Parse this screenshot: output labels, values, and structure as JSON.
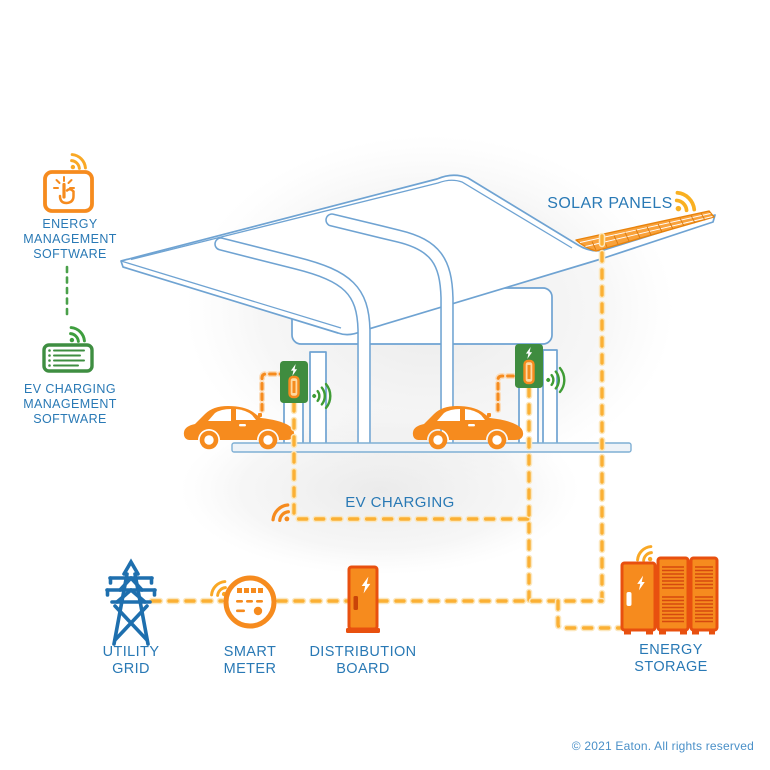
{
  "diagram": {
    "title_context": "EV charging infrastructure diagram",
    "labels": {
      "energy_mgmt": "ENERGY\nMANAGEMENT\nSOFTWARE",
      "ev_mgmt": "EV CHARGING\nMANAGEMENT\nSOFTWARE",
      "solar_panels": "SOLAR PANELS",
      "ev_charging": "EV CHARGING",
      "utility_grid": "UTILITY\nGRID",
      "smart_meter": "SMART\nMETER",
      "distribution_board": "DISTRIBUTION\nBOARD",
      "energy_storage": "ENERGY\nSTORAGE"
    },
    "footer": {
      "copyright": "© 2021 Eaton. All rights reserved"
    },
    "colors": {
      "text_blue": "#2979B5",
      "line_blue": "#6FA3D2",
      "tower_blue": "#1E6FAE",
      "orange": "#F68B1E",
      "orange_dark": "#E8500F",
      "dash_yellow": "#FBB034",
      "dash_halo": "#FBE7BE",
      "green": "#3F8C3F",
      "green_icon": "#3E8E41"
    },
    "icons": {
      "wifi_signal": "nested quarter-circle arcs + dot",
      "lightning_bolt": "bolt polygon",
      "touch_pointer": "tap hand with rays",
      "checklist_screen": "horizontal list lines",
      "transmission_tower": "lattice pylon",
      "smart_meter_dial": "circled meter display",
      "distribution_cabinet": "orange cabinet with bolt",
      "storage_cabinets": "three vented cabinets",
      "ev_car": "sedan silhouette",
      "solar_panel_array": "striped parallelogram on canopy"
    },
    "nodes": [
      "energy-management-software",
      "ev-charging-management-software",
      "solar-panels",
      "ev-charger-1",
      "ev-charger-2",
      "car-1",
      "car-2",
      "utility-grid",
      "smart-meter",
      "distribution-board",
      "energy-storage"
    ],
    "connections": [
      {
        "from": "energy-management-software",
        "to": "ev-charging-management-software",
        "style": "dashed-green"
      },
      {
        "from": "utility-grid",
        "to": "smart-meter",
        "style": "dashed-yellow"
      },
      {
        "from": "smart-meter",
        "to": "distribution-board",
        "style": "dashed-yellow"
      },
      {
        "from": "distribution-board",
        "to": "energy-storage",
        "style": "dashed-yellow"
      },
      {
        "from": "ev-charger-1",
        "to": "main-bus",
        "style": "dashed-yellow"
      },
      {
        "from": "ev-charger-2",
        "to": "main-bus",
        "style": "dashed-yellow"
      },
      {
        "from": "solar-panels",
        "to": "main-bus",
        "style": "dashed-yellow"
      },
      {
        "from": "car-1",
        "to": "ev-charger-1",
        "style": "dashed-orange"
      },
      {
        "from": "car-2",
        "to": "ev-charger-2",
        "style": "dashed-orange"
      }
    ]
  }
}
